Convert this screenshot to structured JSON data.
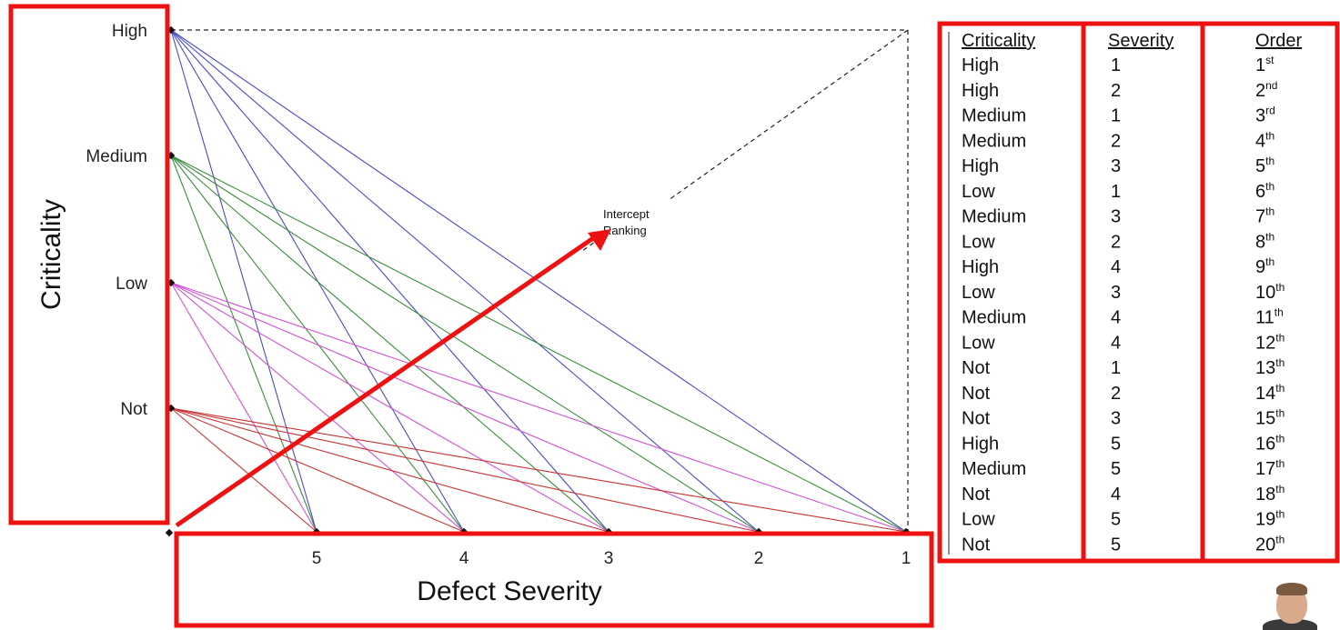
{
  "chart": {
    "y_title": "Criticality",
    "x_title": "Defect Severity",
    "y_categories": [
      "High",
      "Medium",
      "Low",
      "Not"
    ],
    "x_categories": [
      "5",
      "4",
      "3",
      "2",
      "1"
    ],
    "annotation_line1": "Intercept",
    "annotation_line2": "Ranking",
    "colors": {
      "High": "#4b4bc8",
      "Medium": "#3c8c3c",
      "Low": "#d252d2",
      "Not": "#c83232",
      "highlight": "#ee1111"
    }
  },
  "table": {
    "headers": {
      "criticality": "Criticality",
      "severity": "Severity",
      "order": "Order"
    },
    "rows": [
      {
        "criticality": "High",
        "severity": "1",
        "order_num": "1",
        "order_sup": "st"
      },
      {
        "criticality": "High",
        "severity": "2",
        "order_num": "2",
        "order_sup": "nd"
      },
      {
        "criticality": "Medium",
        "severity": "1",
        "order_num": "3",
        "order_sup": "rd"
      },
      {
        "criticality": "Medium",
        "severity": "2",
        "order_num": "4",
        "order_sup": "th"
      },
      {
        "criticality": "High",
        "severity": "3",
        "order_num": "5",
        "order_sup": "th"
      },
      {
        "criticality": "Low",
        "severity": "1",
        "order_num": "6",
        "order_sup": "th"
      },
      {
        "criticality": "Medium",
        "severity": "3",
        "order_num": "7",
        "order_sup": "th"
      },
      {
        "criticality": "Low",
        "severity": "2",
        "order_num": "8",
        "order_sup": "th"
      },
      {
        "criticality": "High",
        "severity": "4",
        "order_num": "9",
        "order_sup": "th"
      },
      {
        "criticality": "Low",
        "severity": "3",
        "order_num": "10",
        "order_sup": "th"
      },
      {
        "criticality": "Medium",
        "severity": "4",
        "order_num": "11",
        "order_sup": "th"
      },
      {
        "criticality": "Low",
        "severity": "4",
        "order_num": "12",
        "order_sup": "th"
      },
      {
        "criticality": "Not",
        "severity": "1",
        "order_num": "13",
        "order_sup": "th"
      },
      {
        "criticality": "Not",
        "severity": "2",
        "order_num": "14",
        "order_sup": "th"
      },
      {
        "criticality": "Not",
        "severity": "3",
        "order_num": "15",
        "order_sup": "th"
      },
      {
        "criticality": "High",
        "severity": "5",
        "order_num": "16",
        "order_sup": "th"
      },
      {
        "criticality": "Medium",
        "severity": "5",
        "order_num": "17",
        "order_sup": "th"
      },
      {
        "criticality": "Not",
        "severity": "4",
        "order_num": "18",
        "order_sup": "th"
      },
      {
        "criticality": "Low",
        "severity": "5",
        "order_num": "19",
        "order_sup": "th"
      },
      {
        "criticality": "Not",
        "severity": "5",
        "order_num": "20",
        "order_sup": "th"
      }
    ]
  }
}
